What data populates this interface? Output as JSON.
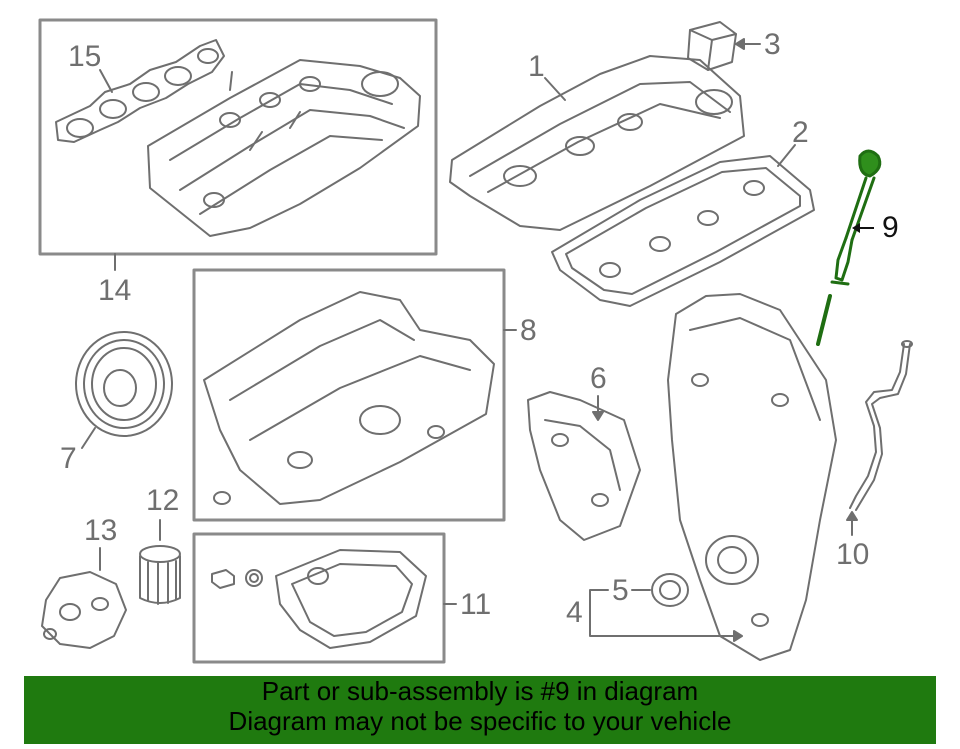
{
  "diagram": {
    "callouts": {
      "p1": "1",
      "p2": "2",
      "p3": "3",
      "p4": "4",
      "p5": "5",
      "p6": "6",
      "p7": "7",
      "p8": "8",
      "p9": "9",
      "p10": "10",
      "p11": "11",
      "p12": "12",
      "p13": "13",
      "p14": "14",
      "p15": "15"
    },
    "highlighted_part": "9",
    "colors": {
      "line": "#6f6f6f",
      "highlight": "#1f6e12",
      "banner": "#1f7a0f"
    }
  },
  "banner": {
    "line1": "Part or sub-assembly is #9 in diagram",
    "line2": "Diagram may not be specific to your vehicle"
  }
}
